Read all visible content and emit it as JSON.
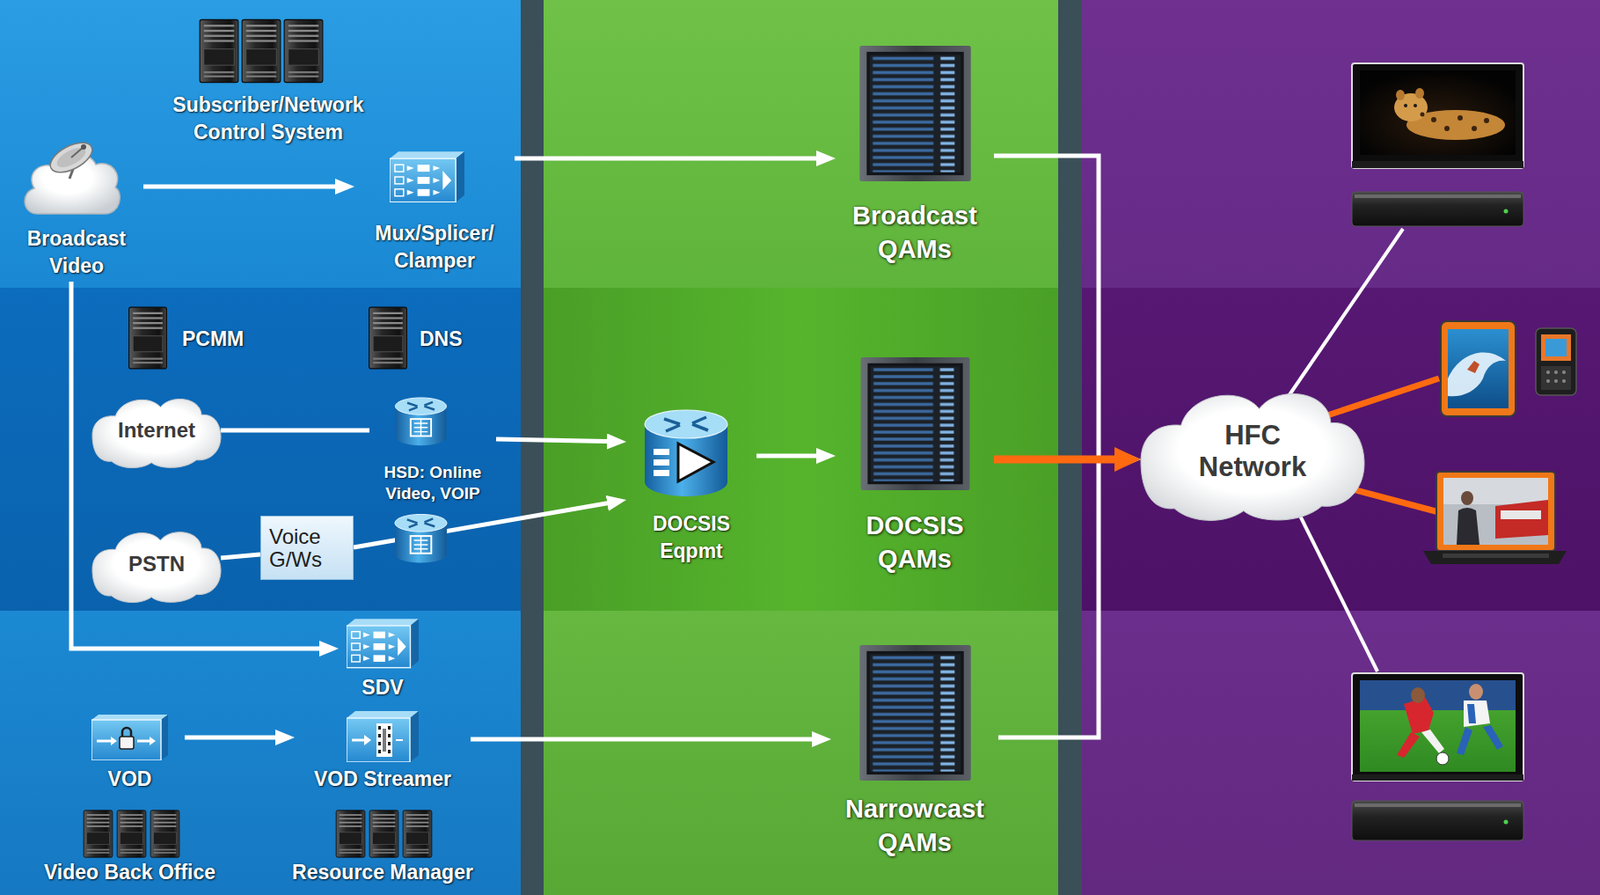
{
  "diagram": {
    "nodes": [
      {
        "text": [
          "Subscriber/Network Control System"
        ]
      },
      {
        "text": [
          "Broadcast Video"
        ]
      },
      {
        "text": [
          "Mux/Splicer/ Clamper"
        ]
      },
      {
        "text": [
          "PCMM"
        ]
      },
      {
        "text": [
          "DNS"
        ]
      },
      {
        "text": [
          "Internet"
        ]
      },
      {
        "text": [
          "HSD: Online Video, VOIP"
        ]
      },
      {
        "text": [
          "PSTN"
        ]
      },
      {
        "text": [
          "Voice G/Ws"
        ]
      },
      {
        "text": [
          "SDV"
        ]
      },
      {
        "text": [
          "VOD"
        ]
      },
      {
        "text": [
          "VOD Streamer"
        ]
      },
      {
        "text": [
          "Video Back Office"
        ]
      },
      {
        "text": [
          "Resource Manager"
        ]
      },
      {
        "text": [
          "DOCSIS Eqpmt"
        ]
      },
      {
        "text": [
          "Broadcast QAMs"
        ]
      },
      {
        "text": [
          "DOCSIS QAMs"
        ]
      },
      {
        "text": [
          "Narrowcast QAMs"
        ]
      },
      {
        "text": [
          "HFC Network"
        ]
      }
    ],
    "edges": [
      {
        "from": 1,
        "to": 2,
        "arrow": "to"
      },
      {
        "from": 2,
        "to": 15,
        "arrow": "to"
      },
      {
        "from": 1,
        "to": 9,
        "arrow": "to"
      },
      {
        "from": 5,
        "to": 6,
        "arrow": "none"
      },
      {
        "from": 6,
        "to": 14,
        "arrow": "to"
      },
      {
        "from": 7,
        "to": 8,
        "arrow": "none"
      },
      {
        "from": 8,
        "to": 14,
        "arrow": "to"
      },
      {
        "from": 14,
        "to": 16,
        "arrow": "to"
      },
      {
        "from": 10,
        "to": 11,
        "arrow": "to"
      },
      {
        "from": 11,
        "to": 17,
        "arrow": "to"
      },
      {
        "from": 15,
        "to": 18,
        "arrow": "to"
      },
      {
        "from": 16,
        "to": 18,
        "arrow": "to"
      },
      {
        "from": 17,
        "to": 18,
        "arrow": "to"
      }
    ]
  }
}
